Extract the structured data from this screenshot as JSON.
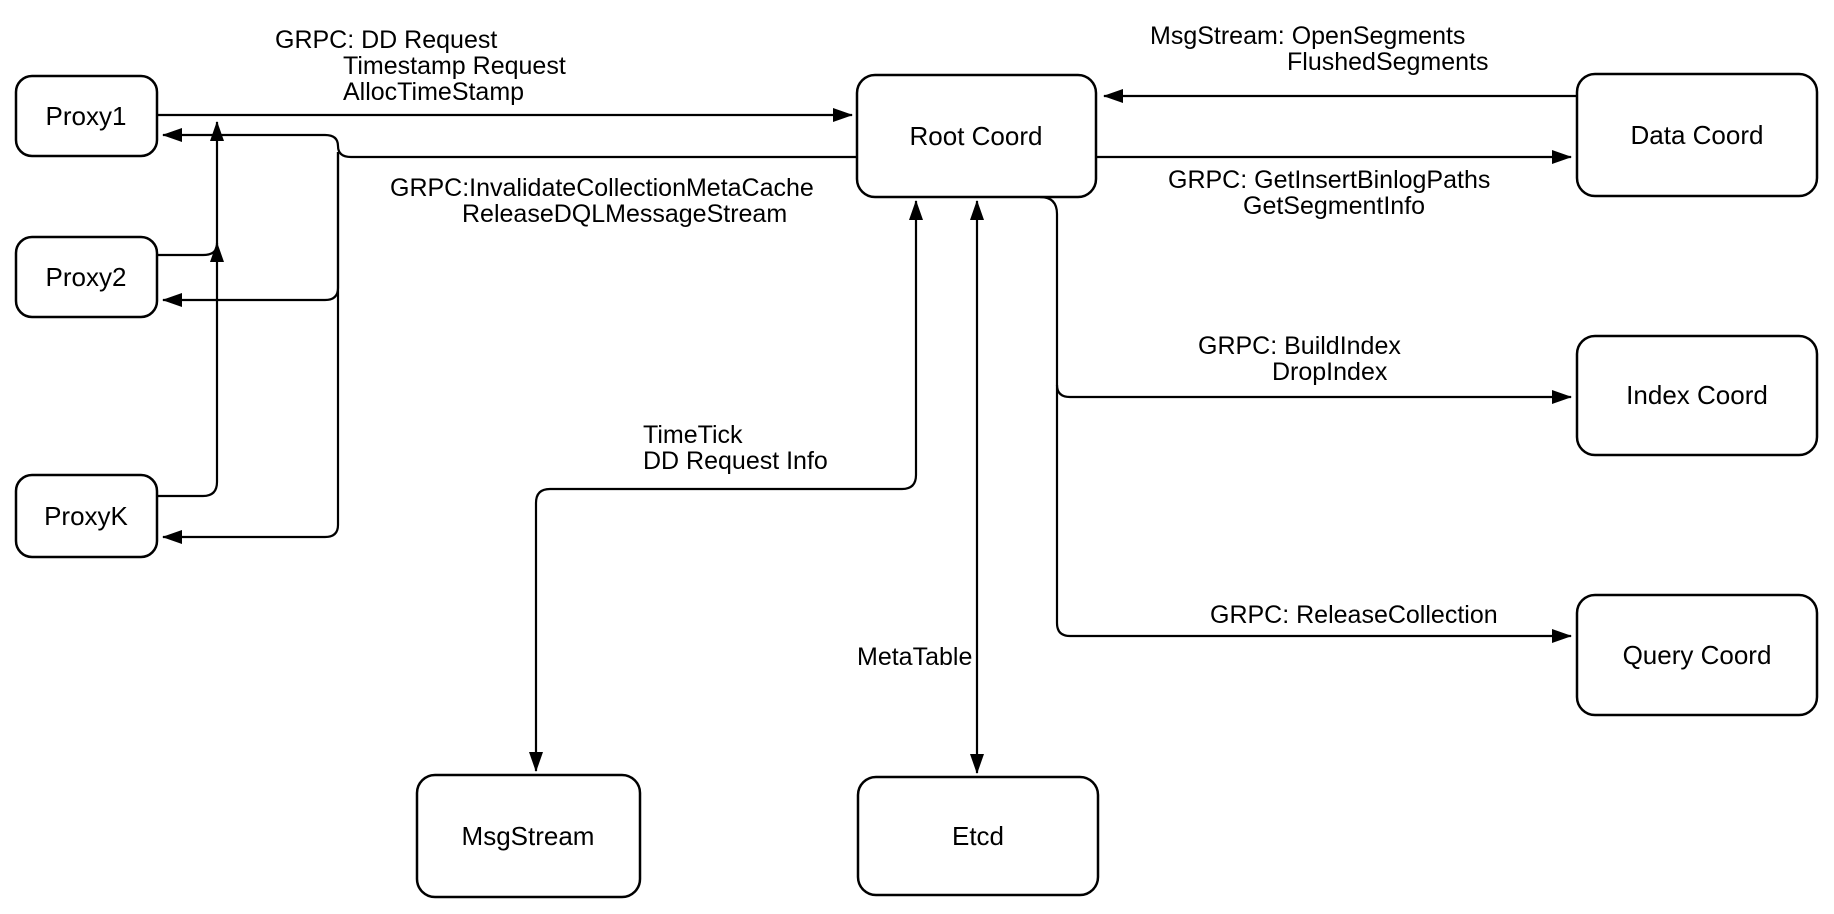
{
  "diagram": {
    "description": "Root Coord architecture diagram",
    "colors": {
      "background": "#ffffff",
      "node_fill": "#ffffff",
      "stroke": "#000000",
      "text": "#000000"
    },
    "nodes": {
      "proxy1": {
        "label": "Proxy1"
      },
      "proxy2": {
        "label": "Proxy2"
      },
      "proxyk": {
        "label": "ProxyK"
      },
      "root_coord": {
        "label": "Root Coord"
      },
      "data_coord": {
        "label": "Data Coord"
      },
      "index_coord": {
        "label": "Index Coord"
      },
      "query_coord": {
        "label": "Query Coord"
      },
      "msgstream": {
        "label": "MsgStream"
      },
      "etcd": {
        "label": "Etcd"
      }
    },
    "edge_labels": {
      "proxy_to_root": {
        "line1": "GRPC: DD Request",
        "line2": "Timestamp Request",
        "line3": "AllocTimeStamp"
      },
      "root_to_proxies": {
        "line1": "GRPC:InvalidateCollectionMetaCache",
        "line2": "ReleaseDQLMessageStream"
      },
      "root_to_msgstream": {
        "line1": "TimeTick",
        "line2": "DD Request Info"
      },
      "root_to_etcd": {
        "line1": "MetaTable"
      },
      "data_to_root": {
        "line1": "MsgStream: OpenSegments",
        "line2": "FlushedSegments"
      },
      "root_to_data": {
        "line1": "GRPC: GetInsertBinlogPaths",
        "line2": "GetSegmentInfo"
      },
      "root_to_index": {
        "line1": "GRPC: BuildIndex",
        "line2": "DropIndex"
      },
      "root_to_query": {
        "line1": "GRPC: ReleaseCollection"
      }
    }
  }
}
